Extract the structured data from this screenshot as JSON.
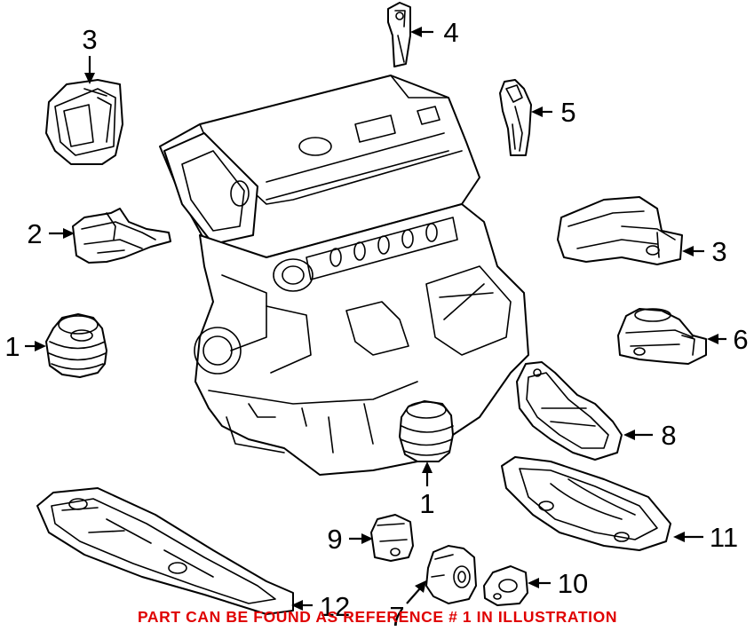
{
  "callouts": {
    "c1_left": "1",
    "c1_bottom": "1",
    "c2": "2",
    "c3_top": "3",
    "c3_right": "3",
    "c4": "4",
    "c5": "5",
    "c6": "6",
    "c7": "7",
    "c8": "8",
    "c9": "9",
    "c10": "10",
    "c11": "11",
    "c12": "12"
  },
  "notice": {
    "text": "PART CAN BE FOUND AS REFERENCE # 1 IN ILLUSTRATION",
    "color": "#e00000"
  }
}
